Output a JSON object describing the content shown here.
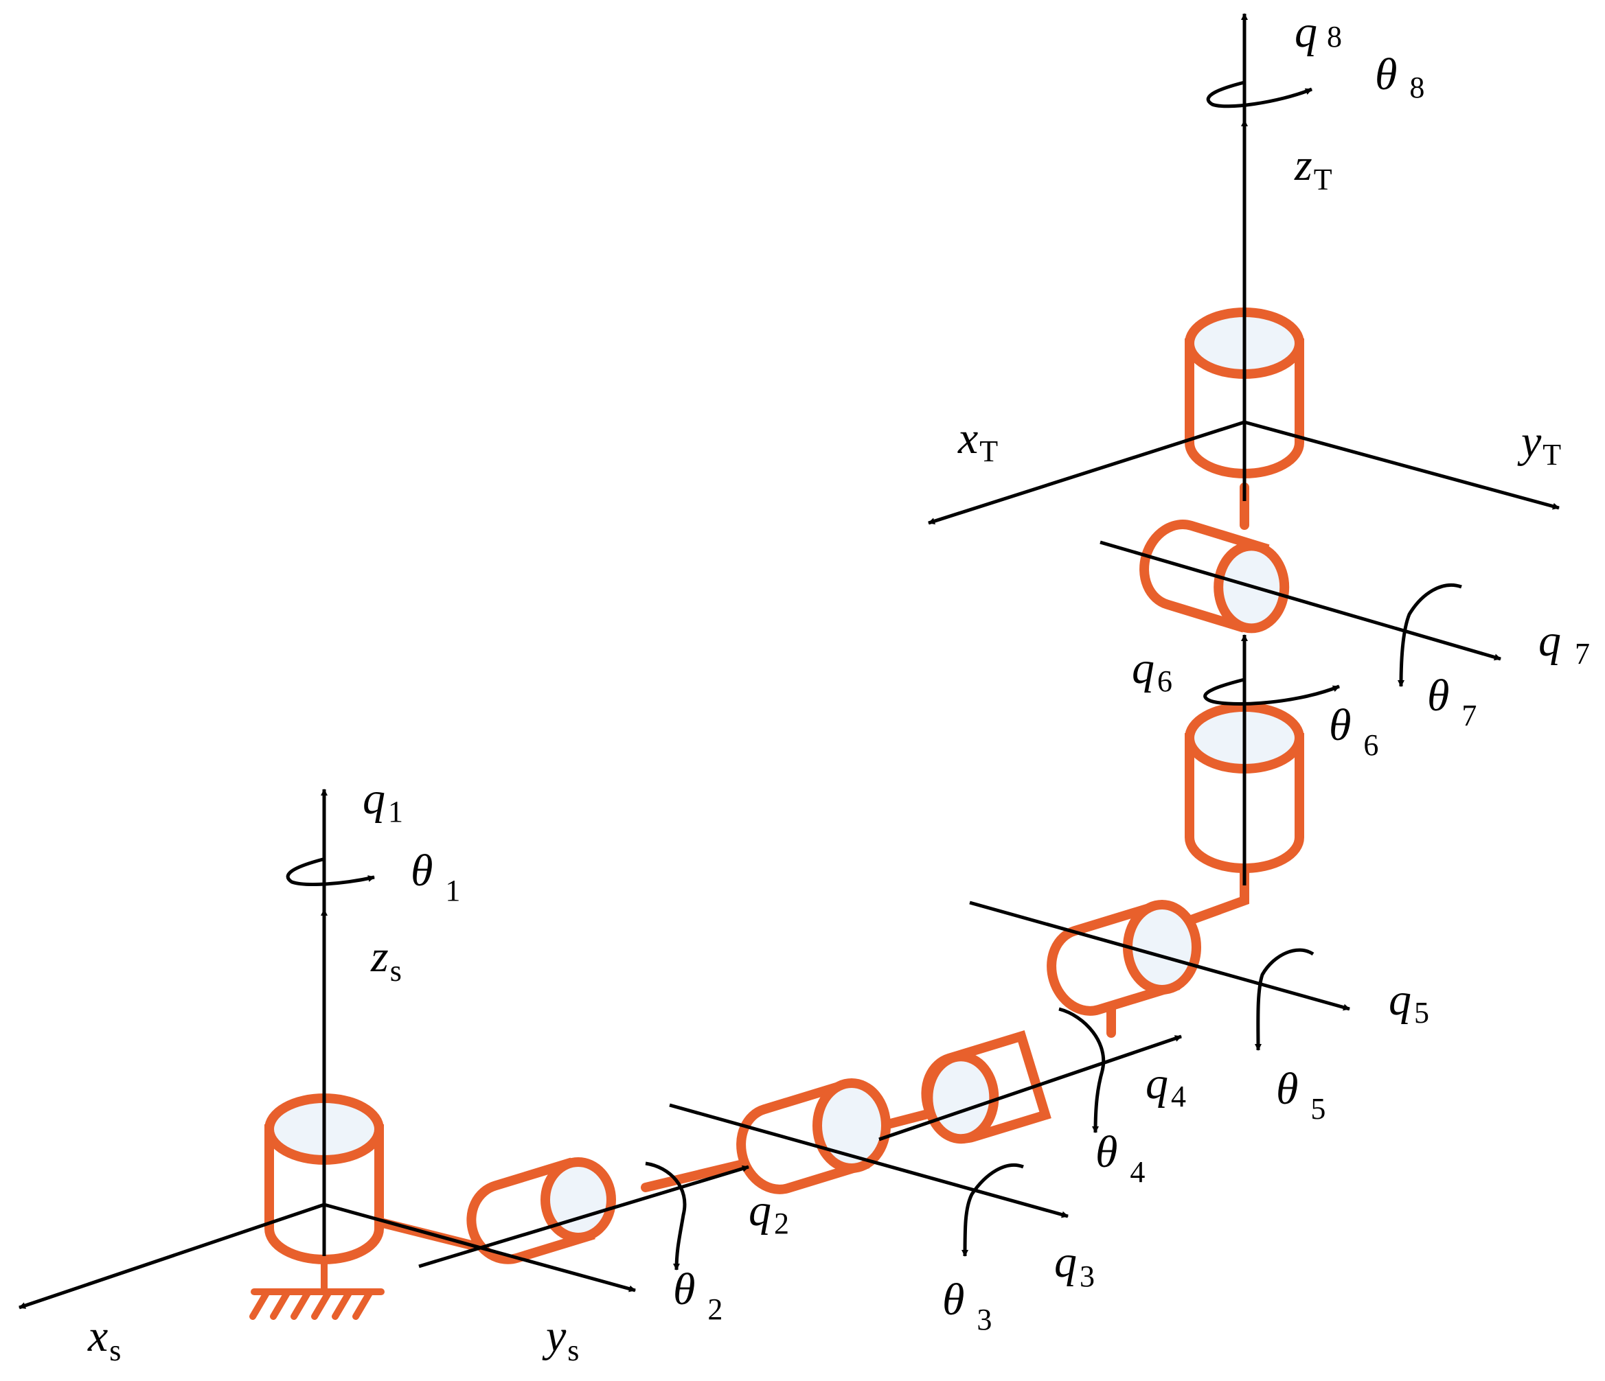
{
  "labels": {
    "q1": {
      "base": "q",
      "sub": "1"
    },
    "theta1": {
      "base": "θ",
      "sub": "1"
    },
    "zs": {
      "base": "z",
      "sub": "s"
    },
    "xs": {
      "base": "x",
      "sub": "s"
    },
    "ys": {
      "base": "y",
      "sub": "s"
    },
    "q2": {
      "base": "q",
      "sub": "2"
    },
    "theta2": {
      "base": "θ",
      "sub": "2"
    },
    "q3": {
      "base": "q",
      "sub": "3"
    },
    "theta3": {
      "base": "θ",
      "sub": "3"
    },
    "q4": {
      "base": "q",
      "sub": "4"
    },
    "theta4": {
      "base": "θ",
      "sub": "4"
    },
    "q5": {
      "base": "q",
      "sub": "5"
    },
    "theta5": {
      "base": "θ",
      "sub": "5"
    },
    "q6": {
      "base": "q",
      "sub": "6"
    },
    "theta6": {
      "base": "θ",
      "sub": "6"
    },
    "q7": {
      "base": "q",
      "sub": "7"
    },
    "theta7": {
      "base": "θ",
      "sub": "7"
    },
    "q8": {
      "base": "q",
      "sub": "8"
    },
    "theta8": {
      "base": "θ",
      "sub": "8"
    },
    "zT": {
      "base": "z",
      "sub": "T"
    },
    "xT": {
      "base": "x",
      "sub": "T"
    },
    "yT": {
      "base": "y",
      "sub": "T"
    }
  },
  "colors": {
    "joint": "#E8602C",
    "axis": "#000000",
    "cap": "#EEF4FA"
  }
}
